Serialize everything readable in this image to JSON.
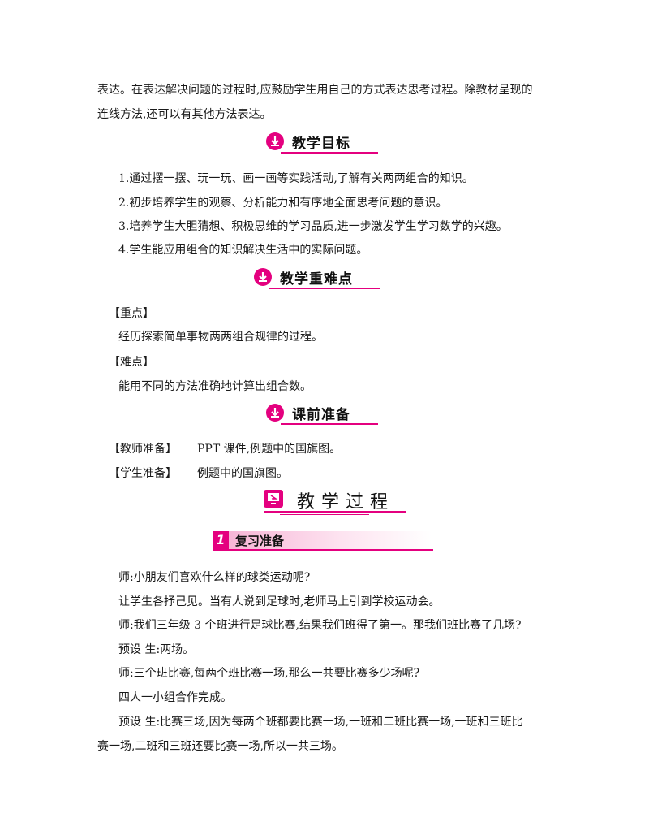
{
  "intro": {
    "line1": "表达。在表达解决问题的过程时,应鼓励学生用自己的方式表达思考过程。除教材呈现的",
    "line2": "连线方法,还可以有其他方法表达。"
  },
  "goals": {
    "heading": "教学目标",
    "items": [
      "1.通过摆一摆、玩一玩、画一画等实践活动,了解有关两两组合的知识。",
      "2.初步培养学生的观察、分析能力和有序地全面思考问题的意识。",
      "3.培养学生大胆猜想、积极思维的学习品质,进一步激发学生学习数学的兴趣。",
      "4.学生能应用组合的知识解决生活中的实际问题。"
    ]
  },
  "keypoints": {
    "heading": "教学重难点",
    "key_label": "【重点】",
    "key_text": "经历探索简单事物两两组合规律的过程。",
    "difficulty_label": "【难点】",
    "difficulty_text": "能用不同的方法准确地计算出组合数。"
  },
  "prep": {
    "heading": "课前准备",
    "teacher_label": "【教师准备】",
    "teacher_text": "PPT 课件,例题中的国旗图。",
    "student_label": "【学生准备】",
    "student_text": "例题中的国旗图。"
  },
  "process": {
    "heading": "教学过程",
    "section_number": "1",
    "section_title": "复习准备",
    "lines": [
      "师:小朋友们喜欢什么样的球类运动呢?",
      "让学生各抒己见。当有人说到足球时,老师马上引到学校运动会。",
      "师:我们三年级 3 个班进行足球比赛,结果我们班得了第一。那我们班比赛了几场?",
      "预设  生:两场。",
      "师:三个班比赛,每两个班比赛一场,那么一共要比赛多少场呢?",
      "四人一小组合作完成。",
      "预设  生:比赛三场,因为每两个班都要比赛一场,一班和二班比赛一场,一班和三班比",
      "赛一场,二班和三班还要比赛一场,所以一共三场。"
    ]
  },
  "colors": {
    "accent": "#e4007f"
  }
}
